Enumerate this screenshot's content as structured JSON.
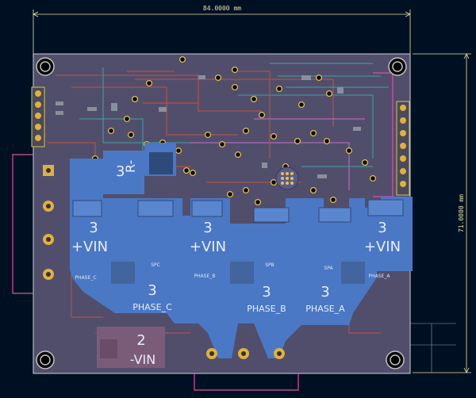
{
  "dimensions": {
    "width_label": "84.0000 mm",
    "height_label": "71.0000 mm"
  },
  "pads": {
    "r_minus": {
      "number": "3",
      "name": "R-"
    },
    "vin_left": {
      "number": "3",
      "name": "+VIN"
    },
    "vin_mid": {
      "number": "3",
      "name": "+VIN"
    },
    "vin_right": {
      "number": "3",
      "name": "+VIN"
    },
    "phase_c": {
      "number": "3",
      "name": "PHASE_C"
    },
    "phase_b": {
      "number": "3",
      "name": "PHASE_B"
    },
    "phase_a": {
      "number": "3",
      "name": "PHASE_A"
    },
    "vin_neg": {
      "number": "2",
      "name": "-VIN"
    }
  },
  "silk": {
    "phase_c_small": "PHASE_C",
    "phase_b_small": "PHASE_B",
    "phase_a_small": "PHASE_A",
    "spc": "SPC",
    "spb": "SPB",
    "spa": "SPA"
  },
  "colors": {
    "background": "#001023",
    "board": "#514e6c",
    "copper_fill": "#4a78c4",
    "dimension": "#e6e1a6",
    "outline": "#d94fa6"
  }
}
